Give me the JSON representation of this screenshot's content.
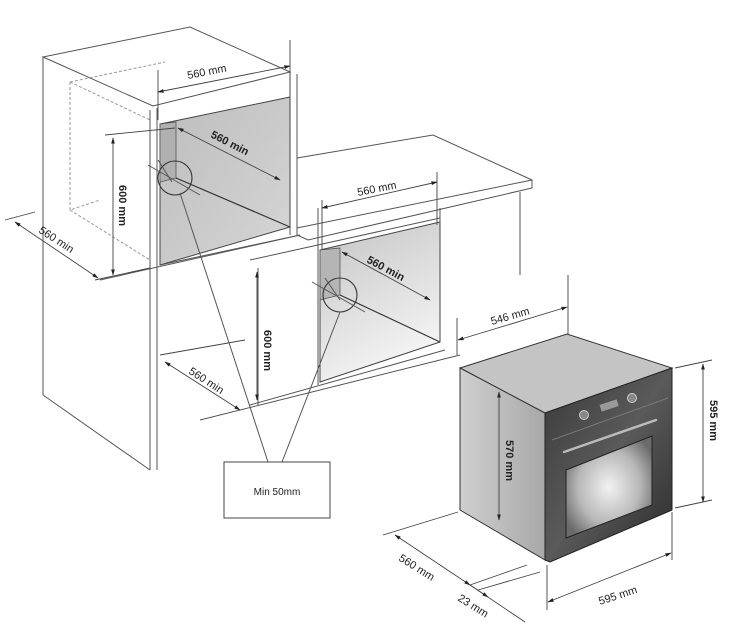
{
  "title": "Built-in oven installation dimensions",
  "upper_cabinet": {
    "width_label": "560 mm",
    "depth_label": "560 min",
    "height_label": "600 mm",
    "side_depth_label": "560 min"
  },
  "lower_cabinet": {
    "width_label": "560 mm",
    "depth_label": "560 min",
    "height_label": "600 mm",
    "side_depth_label": "560 min"
  },
  "note_box": {
    "text": "Min 50mm"
  },
  "oven": {
    "depth_body_label": "546 mm",
    "height_body_label": "570 mm",
    "height_front_label": "595 mm",
    "width_front_label": "595 mm",
    "side_depth_label": "560 mm",
    "front_thickness_label": "23 mm"
  },
  "colors": {
    "cavity": "#c8c8c8",
    "oven_body": "#bdbdbd",
    "oven_front": "#2e2e2e",
    "line": "#555555"
  }
}
